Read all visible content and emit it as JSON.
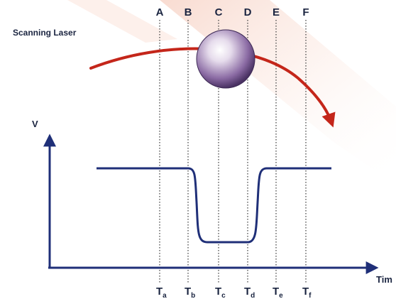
{
  "diagram": {
    "title": "Scanning Laser",
    "column_labels": [
      "A",
      "B",
      "C",
      "D",
      "E",
      "F"
    ],
    "time_labels": [
      {
        "main": "T",
        "sub": "a"
      },
      {
        "main": "T",
        "sub": "b"
      },
      {
        "main": "T",
        "sub": "c"
      },
      {
        "main": "T",
        "sub": "d"
      },
      {
        "main": "T",
        "sub": "e"
      },
      {
        "main": "T",
        "sub": "f"
      }
    ],
    "y_axis_label": "V",
    "x_axis_label": "Tim"
  },
  "colors": {
    "waveform": "#1f2f78",
    "axes": "#1f2f78",
    "laser_arrow": "#c4261a",
    "dotted_lines": "#444444",
    "particle": "#6a4f86",
    "background_glow": "#f7d3c6"
  }
}
